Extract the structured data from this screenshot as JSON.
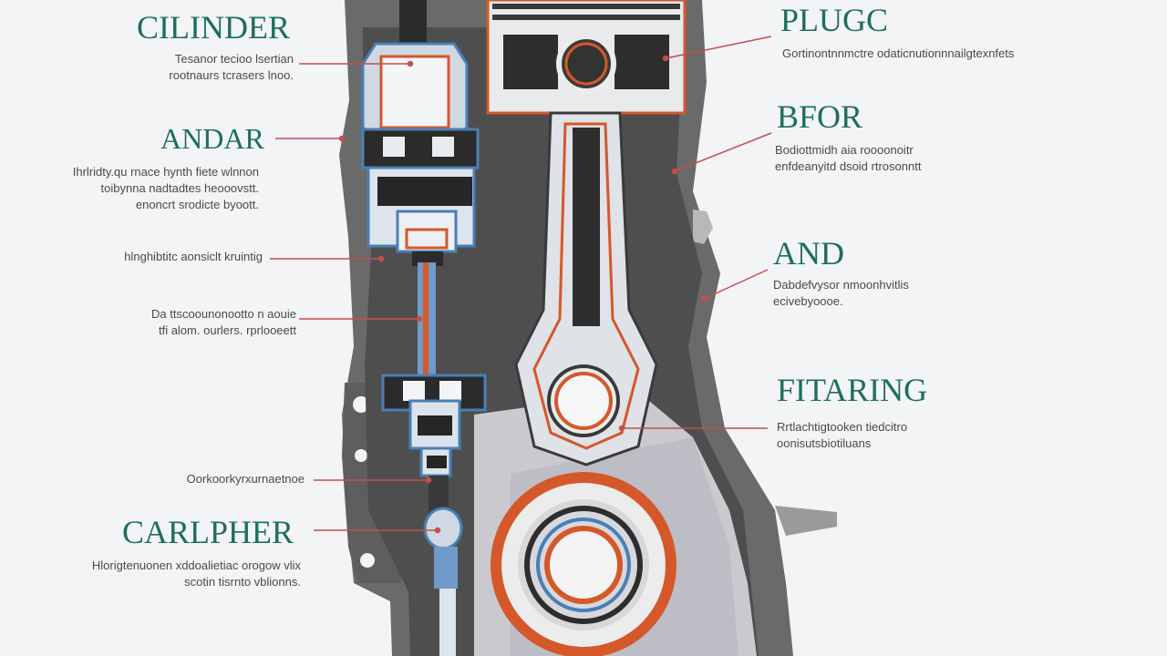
{
  "labels": {
    "cylinder": {
      "title": "CILINDER",
      "lines": [
        "Tesanor tecioo lsertian",
        "rootnaurs tcrasers lnoo."
      ]
    },
    "andar": {
      "title": "ANDAR",
      "lines": [
        "Ihrlridty.qu rnace hynth fiete wlnnon",
        "toibynna nadtadtes heooovstt.",
        "enoncrt srodicte byoott."
      ]
    },
    "hinghib": {
      "lines": [
        "hlnghibtitc aonsiclt kruintig"
      ]
    },
    "dtisco": {
      "lines": [
        "Da ttscoounonootto n aouie",
        "tfi alom. ourlers. rprlooeett"
      ]
    },
    "dorkor": {
      "lines": [
        "Oorkoorkyrxurnaetnoe"
      ]
    },
    "carlpher": {
      "title": "CARLPHER",
      "lines": [
        "Hlorigtenuonen xddoalietiac orogow vlix",
        "scotin tisrnto vblionns."
      ]
    },
    "plugc": {
      "title": "PLUGC",
      "lines": [
        "Gortinontnnmctre odaticnutionnnailgtexnfets"
      ]
    },
    "bfor": {
      "title": "BFOR",
      "lines": [
        "Bodiottmidh aia roooonoitr",
        "enfdeanyitd dsoid rtrosonntt"
      ]
    },
    "and2": {
      "title": "AND",
      "lines": [
        "Dabdefvysor nmoonhvitlis",
        "ecivebyoooe."
      ]
    },
    "fitaring": {
      "title": "FITARING",
      "lines": [
        "Rrtlachtigtooken tiedcitro",
        "oonisutsbiotiluans"
      ]
    }
  },
  "colors": {
    "heading": "#1f6e5c",
    "leader": "#c0504d",
    "accent_orange": "#d4582a",
    "accent_blue": "#4a7fb5",
    "housing": "#6b6b6b"
  }
}
